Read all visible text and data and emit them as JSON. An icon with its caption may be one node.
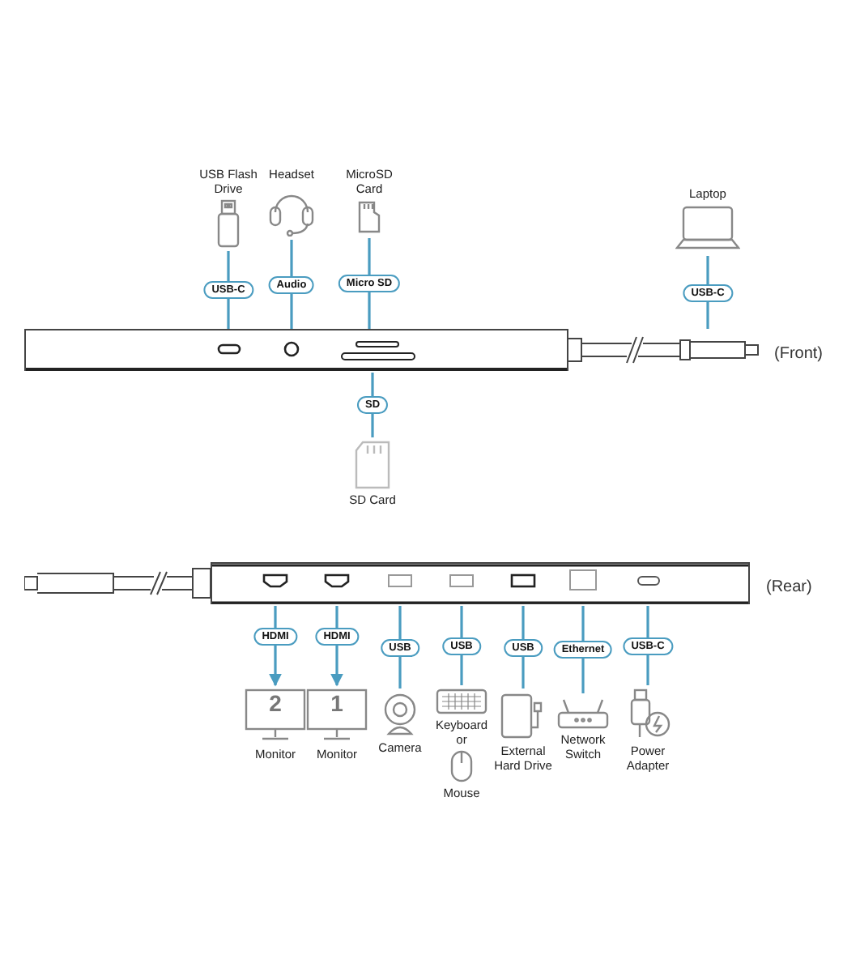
{
  "diagram": {
    "nodes": [
      {
        "text": [],
        "shape": "box",
        "beside": [
          "(Front)"
        ]
      },
      {
        "text": [
          "USB Flash Drive"
        ]
      },
      {
        "text": [
          "Headset"
        ]
      },
      {
        "text": [
          "MicroSD Card"
        ]
      },
      {
        "text": [
          "Laptop"
        ]
      },
      {
        "text": [
          "SD Card"
        ]
      },
      {
        "text": [],
        "shape": "box",
        "beside": [
          "(Rear)"
        ]
      },
      {
        "text": [
          "2",
          "Monitor"
        ]
      },
      {
        "text": [
          "1",
          "Monitor"
        ]
      },
      {
        "text": [
          "Camera"
        ]
      },
      {
        "text": [
          "Keyboard",
          "or",
          "Mouse"
        ]
      },
      {
        "text": [
          "External Hard Drive"
        ]
      },
      {
        "text": [
          "Network Switch"
        ]
      },
      {
        "text": [
          "Power Adapter"
        ]
      }
    ],
    "edges": [
      {
        "from": 1,
        "to": 0,
        "arrow": "none",
        "label": "USB-C"
      },
      {
        "from": 2,
        "to": 0,
        "arrow": "none",
        "label": "Audio"
      },
      {
        "from": 3,
        "to": 0,
        "arrow": "none",
        "label": "Micro SD"
      },
      {
        "from": 4,
        "to": 0,
        "arrow": "none",
        "label": "USB-C"
      },
      {
        "from": 0,
        "to": 5,
        "arrow": "none",
        "label": "SD"
      },
      {
        "from": 6,
        "to": 7,
        "arrow": "to",
        "label": "HDMI"
      },
      {
        "from": 6,
        "to": 8,
        "arrow": "to",
        "label": "HDMI"
      },
      {
        "from": 6,
        "to": 9,
        "arrow": "none",
        "label": "USB"
      },
      {
        "from": 6,
        "to": 10,
        "arrow": "none",
        "label": "USB"
      },
      {
        "from": 6,
        "to": 11,
        "arrow": "none",
        "label": "USB"
      },
      {
        "from": 6,
        "to": 12,
        "arrow": "none",
        "label": "Ethernet"
      },
      {
        "from": 6,
        "to": 13,
        "arrow": "none",
        "label": "USB-C"
      }
    ]
  }
}
